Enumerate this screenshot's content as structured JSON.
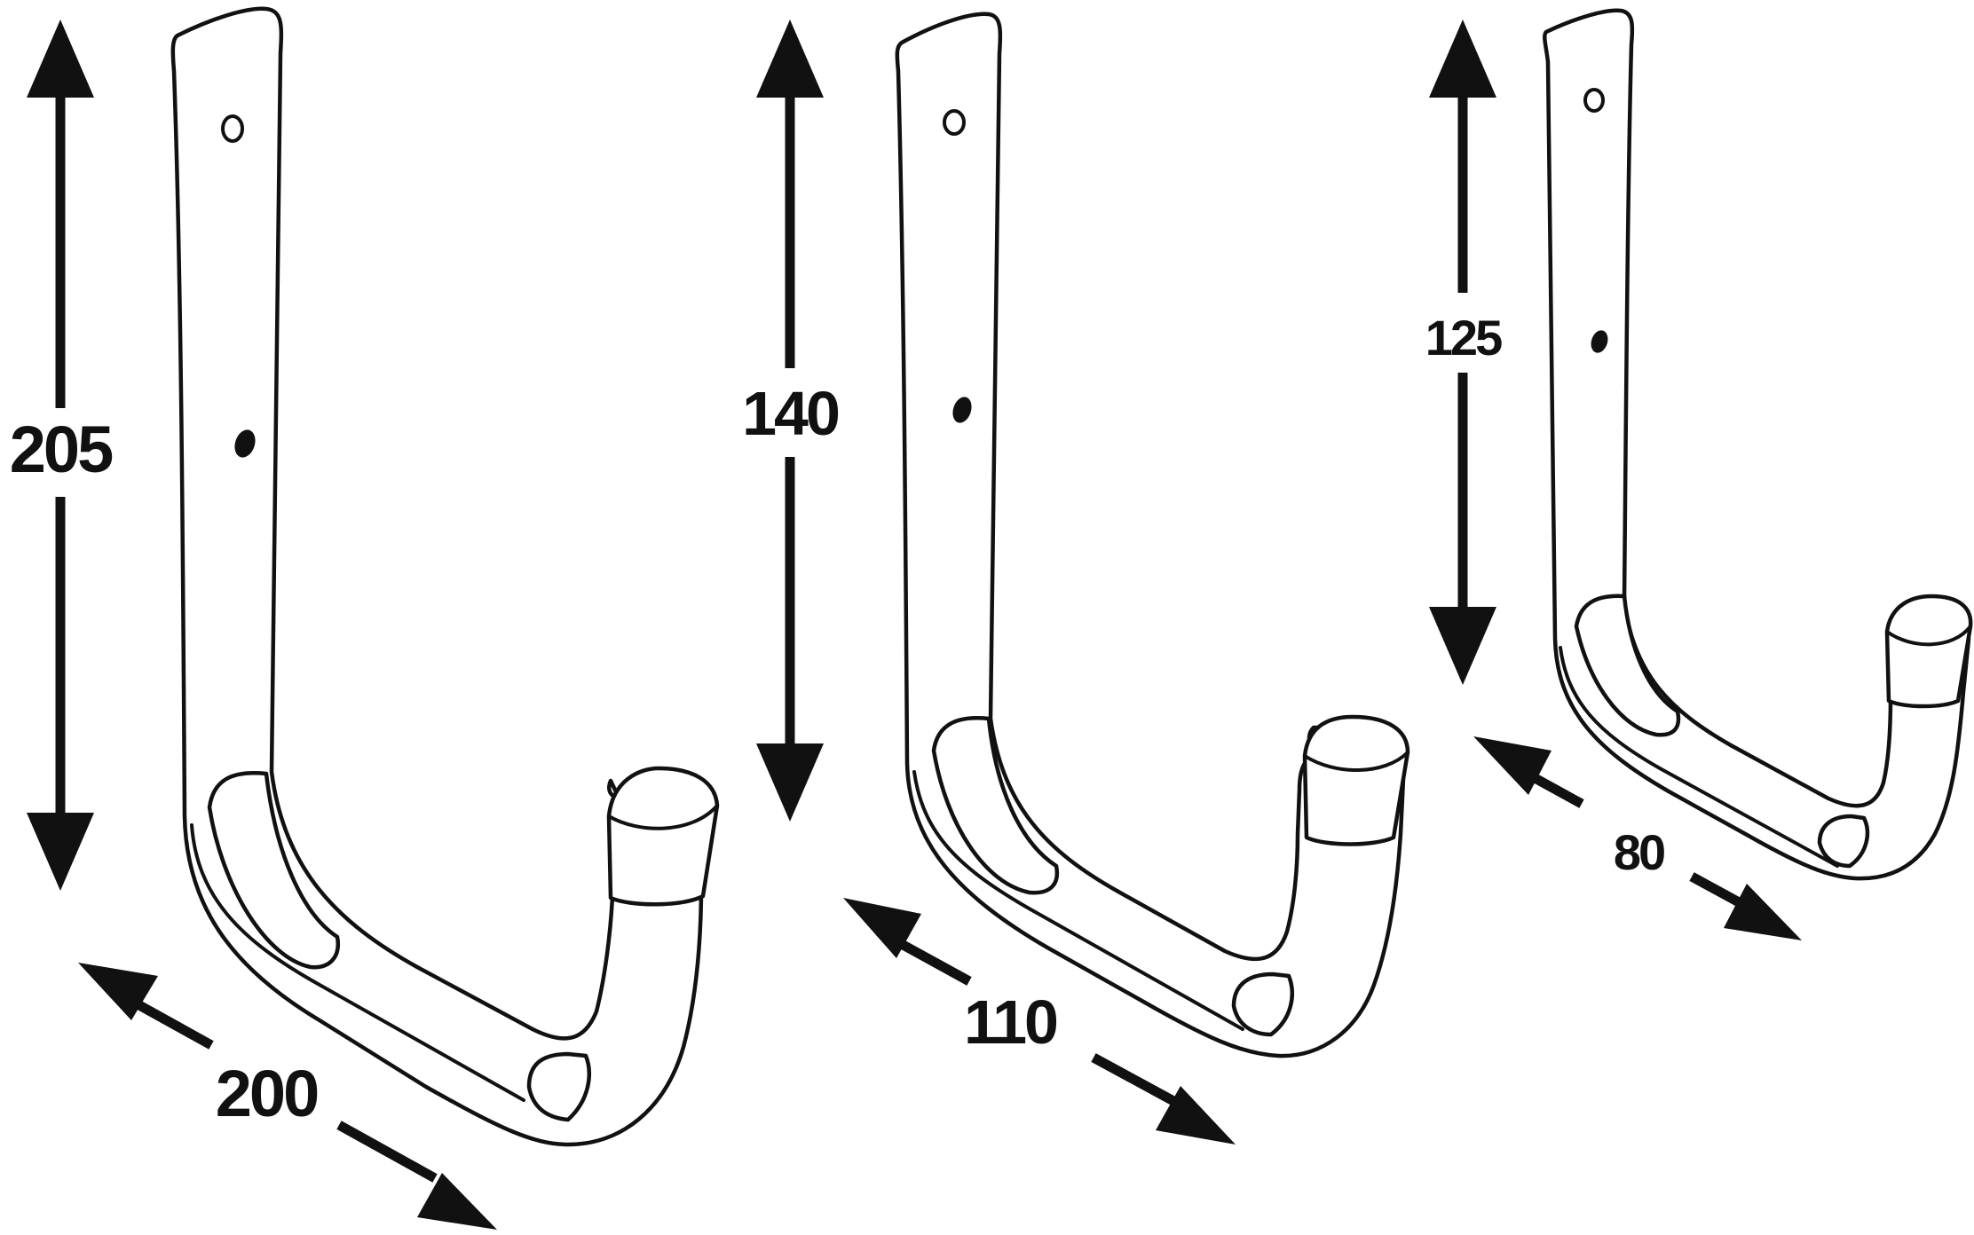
{
  "hooks": [
    {
      "id": "large",
      "height_label": "205",
      "depth_label": "200"
    },
    {
      "id": "medium",
      "height_label": "140",
      "depth_label": "110"
    },
    {
      "id": "small",
      "height_label": "125",
      "depth_label": "80"
    }
  ],
  "colors": {
    "line": "#111111",
    "background": "#ffffff"
  }
}
